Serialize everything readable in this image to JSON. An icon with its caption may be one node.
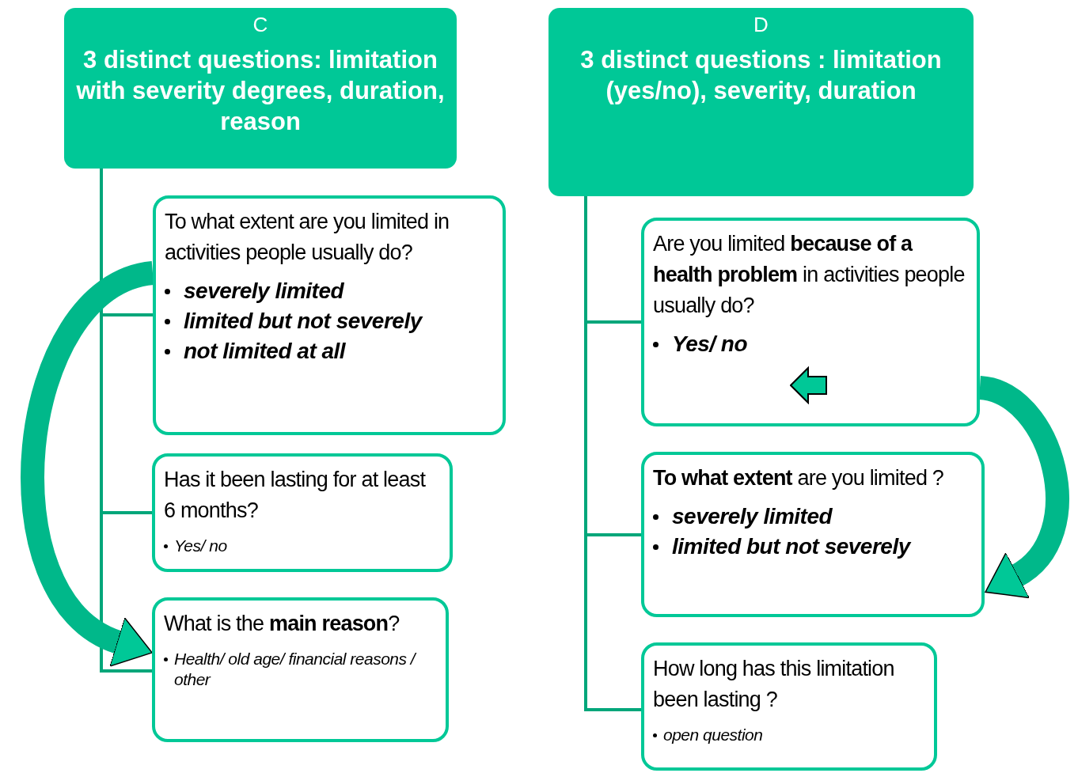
{
  "diagram": {
    "nodes": [
      {
        "text": [
          "C",
          "3 distinct questions: limitation with severity degrees, duration, reason"
        ]
      },
      {
        "text": [
          "To what extent are you limited in activities people usually do?",
          "severely limited",
          "limited but not severely",
          "not limited at all"
        ]
      },
      {
        "text": [
          "Has it been lasting for at least 6 months?",
          "Yes/ no"
        ]
      },
      {
        "text": [
          "What is the **main reason**?",
          "Health/ old age/ financial reasons / other"
        ]
      },
      {
        "text": [
          "D",
          "3 distinct questions : limitation (yes/no), severity, duration"
        ]
      },
      {
        "text": [
          "Are you limited **because of a health problem** in activities people usually do?",
          "Yes/ no"
        ]
      },
      {
        "text": [
          "**To what extent** are you limited ?",
          "severely limited",
          "limited but not severely"
        ]
      },
      {
        "text": [
          "How long has this limitation been lasting ?",
          "open question"
        ]
      }
    ],
    "edges": [
      {
        "from": 0,
        "to": 1,
        "arrow": "none"
      },
      {
        "from": 0,
        "to": 2,
        "arrow": "none"
      },
      {
        "from": 0,
        "to": 3,
        "arrow": "none"
      },
      {
        "from": 4,
        "to": 5,
        "arrow": "none"
      },
      {
        "from": 4,
        "to": 6,
        "arrow": "none"
      },
      {
        "from": 4,
        "to": 7,
        "arrow": "none"
      },
      {
        "from": 1,
        "to": 3,
        "arrow": "to",
        "style": "thick"
      },
      {
        "from": 5,
        "to": 6,
        "arrow": "to",
        "style": "thick"
      }
    ]
  }
}
